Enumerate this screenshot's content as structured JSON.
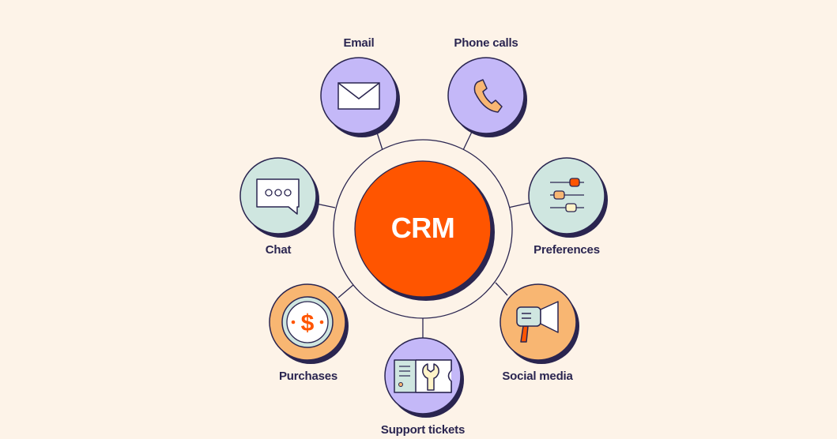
{
  "center": {
    "label": "CRM",
    "color": "#ff5500"
  },
  "nodes": [
    {
      "id": "email",
      "label": "Email",
      "icon": "envelope-icon",
      "fill": "#c4b8f8"
    },
    {
      "id": "phone",
      "label": "Phone calls",
      "icon": "phone-icon",
      "fill": "#c4b8f8"
    },
    {
      "id": "preferences",
      "label": "Preferences",
      "icon": "sliders-icon",
      "fill": "#cfe6e0"
    },
    {
      "id": "social",
      "label": "Social media",
      "icon": "megaphone-icon",
      "fill": "#f8b672"
    },
    {
      "id": "support",
      "label": "Support tickets",
      "icon": "ticket-wrench-icon",
      "fill": "#c4b8f8"
    },
    {
      "id": "purchases",
      "label": "Purchases",
      "icon": "dollar-coin-icon",
      "fill": "#f8b672"
    },
    {
      "id": "chat",
      "label": "Chat",
      "icon": "chat-bubble-icon",
      "fill": "#cfe6e0"
    }
  ],
  "colors": {
    "background": "#fdf3e8",
    "outline": "#2a2550",
    "shadow": "#2a2550",
    "accent": "#ff5500"
  }
}
